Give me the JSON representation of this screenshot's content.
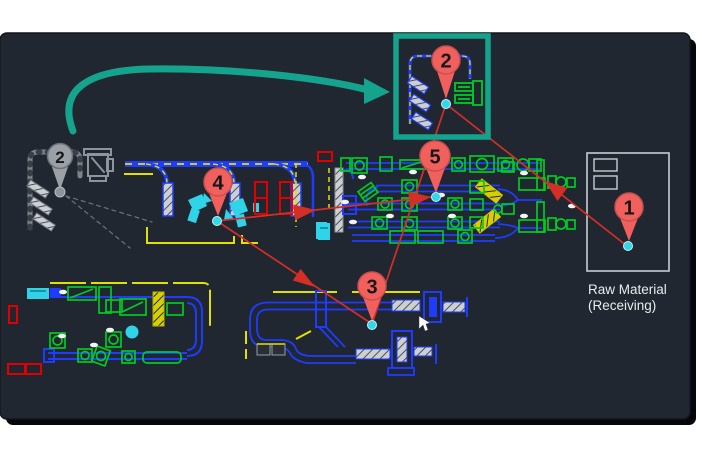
{
  "page": {
    "background": "#ffffff"
  },
  "canvas": {
    "background": "#212730",
    "shadow_color": "#04060a",
    "border": "#14171d"
  },
  "palette": {
    "cad_blue": "#1e3cff",
    "cad_yellow": "#e2e000",
    "cad_green": "#00cc22",
    "cad_cyan": "#2fd4e8",
    "cad_red": "#e00000",
    "cad_gray": "#8e949b",
    "flow_line_red": "#d32f27",
    "marker_fill": "#f2605e",
    "marker_stroke": "#c7504f",
    "anchor_dot": "#2fd9ea",
    "zoom_teal": "#14a38c",
    "hatch_light": "#ccd0d5",
    "text_white": "#e9ecef"
  },
  "callouts": {
    "markers": [
      {
        "label": "1"
      },
      {
        "label": "2"
      },
      {
        "label": "2"
      },
      {
        "label": "3"
      },
      {
        "label": "4"
      },
      {
        "label": "5"
      }
    ]
  },
  "labels": {
    "raw_material_line1": "Raw Material",
    "raw_material_line2": "(Receiving)"
  }
}
